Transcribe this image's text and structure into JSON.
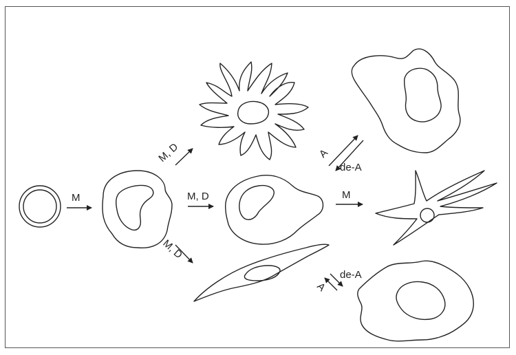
{
  "diagram": {
    "labels": {
      "m_first": "M",
      "md_middle": "M, D",
      "md_upper": "M, D",
      "md_lower": "M, D",
      "m_right": "M",
      "a_upper": "A",
      "dea_upper": "de-A",
      "dea_lower": "de-A",
      "a_lower": "A"
    }
  }
}
